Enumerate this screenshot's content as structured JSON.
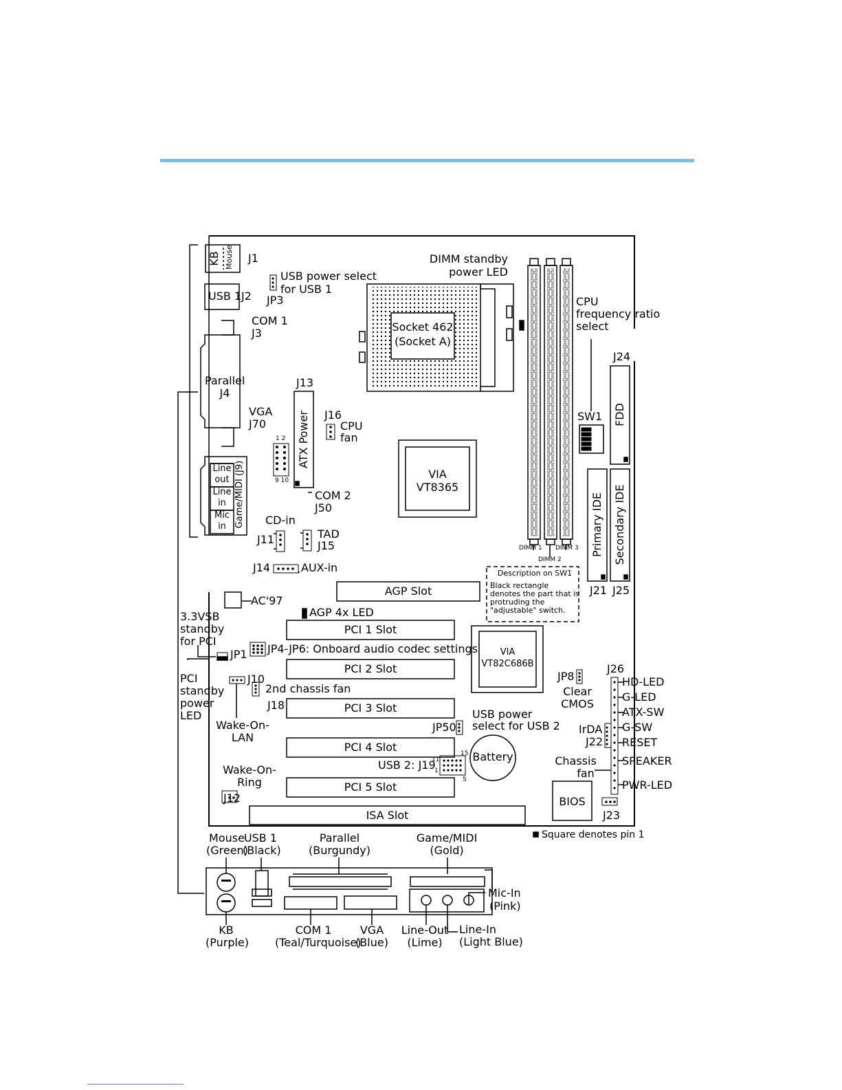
{
  "board": {
    "j1": "J1",
    "kb": "KB",
    "mouse": "Mouse",
    "usb1": "USB 1",
    "j2": "J2",
    "usb_power_select_1": "USB power select",
    "for_usb1": "for USB 1",
    "jp3": "JP3",
    "com1": "COM 1",
    "j3": "J3",
    "parallel": "Parallel",
    "j4": "J4",
    "vga": "VGA",
    "j70": "J70",
    "line_out": "Line out",
    "line_in": "Line in",
    "mic_in": "Mic in",
    "game_midi": "Game/MIDI (J9)",
    "socket": "Socket 462",
    "socket_a": "(Socket A)",
    "dimm_standby": "DIMM standby",
    "power_led": "power LED",
    "cpu_freq_1": "CPU",
    "cpu_freq_2": "frequency ratio",
    "cpu_freq_3": "select",
    "j24": "J24",
    "fdd": "FDD",
    "sw1": "SW1",
    "j13": "J13",
    "atx_power": "ATX Power",
    "j16": "J16",
    "cpu_fan": "CPU",
    "fan": "fan",
    "via": "VIA",
    "vt8365": "VT8365",
    "com2_pins_top": "1 2",
    "com2_pins_bottom": "9 10",
    "com2": "COM 2",
    "j50": "J50",
    "cd_in": "CD-in",
    "j11": "J11",
    "tad": "TAD",
    "j15": "J15",
    "j14": "J14",
    "aux_in": "AUX-in",
    "primary_ide": "Primary IDE",
    "secondary_ide": "Secondary IDE",
    "dimm1": "DIMM 1",
    "dimm2": "DIMM 2",
    "dimm3": "DIMM 3",
    "desc_title": "Description on SW1",
    "desc_body": "Black rectangle denotes the part that is protruding the \"adjustable\" switch.",
    "j21": "J21",
    "j25": "J25",
    "agp_slot": "AGP Slot",
    "ac97": "AC'97",
    "agp_led": "AGP 4x LED",
    "vsb_1": "3.3VSB",
    "vsb_2": "standby",
    "vsb_3": "for PCI",
    "pci1": "PCI 1 Slot",
    "pci2": "PCI 2 Slot",
    "pci3": "PCI 3 Slot",
    "pci4": "PCI 4 Slot",
    "pci5": "PCI 5 Slot",
    "isa": "ISA Slot",
    "jp1": "JP1",
    "jp4_jp6": "JP4-JP6: Onboard audio codec settings",
    "via2": "VIA",
    "vt82c686b": "VT82C686B",
    "pci_standby_1": "PCI",
    "pci_standby_2": "standby",
    "pci_standby_3": "power",
    "pci_standby_4": "LED",
    "j10": "J10",
    "second_chassis_fan": "2nd chassis fan",
    "j18": "J18",
    "wol_1": "Wake-On-",
    "wol_2": "LAN",
    "jp8": "JP8",
    "clear": "Clear",
    "cmos": "CMOS",
    "j26": "J26",
    "hd_led": "HD-LED",
    "g_led": "G-LED",
    "atx_sw": "ATX-SW",
    "g_sw": "G-SW",
    "reset": "RESET",
    "speaker": "SPEAKER",
    "pwr_led": "PWR-LED",
    "irda": "IrDA",
    "j22": "J22",
    "chassis": "Chassis",
    "chassis_fan": "fan",
    "usb_power_2a": "USB power",
    "usb_power_2b": "select for USB 2",
    "jp50": "JP50",
    "battery": "Battery",
    "usb2_j19": "USB 2: J19",
    "pin11": "11",
    "pin15": "15",
    "pin1": "1",
    "pin5": "5",
    "wor_1": "Wake-On-",
    "wor_2": "Ring",
    "j12": "J12",
    "bios": "BIOS",
    "j23": "J23",
    "pin1_note": "Square denotes pin 1"
  },
  "io_panel": {
    "mouse": "Mouse",
    "mouse_color": "(Green)",
    "usb1": "USB 1",
    "usb1_color": "(Black)",
    "parallel": "Parallel",
    "parallel_color": "(Burgundy)",
    "game": "Game/MIDI",
    "game_color": "(Gold)",
    "mic": "Mic-In",
    "mic_color": "(Pink)",
    "kb": "KB",
    "kb_color": "(Purple)",
    "com1": "COM 1",
    "com1_color": "(Teal/Turquoise)",
    "vga": "VGA",
    "vga_color": "(Blue)",
    "lineout": "Line-Out",
    "lineout_color": "(Lime)",
    "linein": "Line-In",
    "linein_color": "(Light Blue)"
  }
}
